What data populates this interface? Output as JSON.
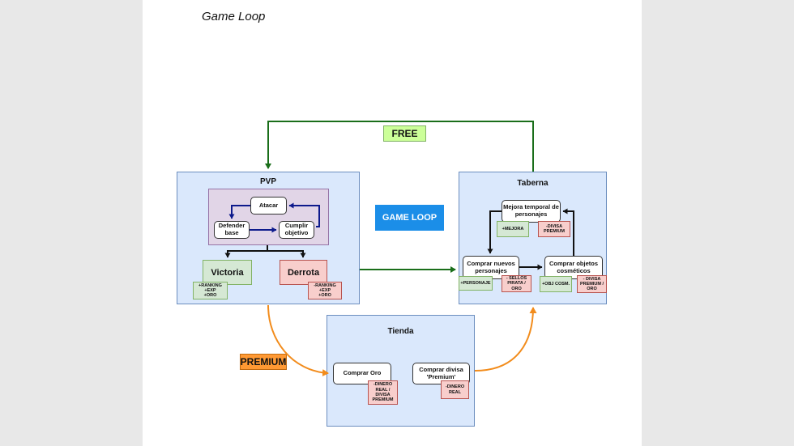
{
  "title": "Game Loop",
  "labels": {
    "free": "FREE",
    "premium": "PREMIUM",
    "game_loop": "GAME LOOP"
  },
  "pvp": {
    "title": "PVP",
    "atacar": "Atacar",
    "defender": "Defender base",
    "cumplir": "Cumplir objetivo",
    "victoria": "Victoria",
    "derrota": "Derrota",
    "victoria_tag": "+RANKING\n+EXP\n+ORO",
    "derrota_tag": "-RANKING\n+EXP\n+ORO"
  },
  "taberna": {
    "title": "Taberna",
    "mejora": "Mejora temporal de personajes",
    "mejora_tag": "+MEJORA",
    "mejora_cost": "-DIVISA\nPREMIUM",
    "comprar_personajes": "Comprar nuevos personajes",
    "personaje_tag": "+PERSONAJE",
    "personaje_cost": "- SELLOS\nPIRATA /\nORO",
    "comprar_cosmeticos": "Comprar objetos cosméticos",
    "cosm_tag": "+OBJ COSM.",
    "cosm_cost": "- DIVISA\nPREMIUM /\nORO"
  },
  "tienda": {
    "title": "Tienda",
    "comprar_oro": "Comprar Oro",
    "oro_cost": "-DINERO\nREAL /\nDIVISA\nPREMIUM",
    "comprar_divisa": "Comprar divisa 'Premium'",
    "divisa_cost": "-DINERO\nREAL"
  },
  "colors": {
    "free_arrow": "#1a6e1a",
    "premium_arrow": "#f28c1c",
    "inner_arrow": "#0d1a8c",
    "game_loop_bg": "#1b8ee8",
    "free_bg": "#ccff99",
    "premium_bg": "#ff9933"
  }
}
